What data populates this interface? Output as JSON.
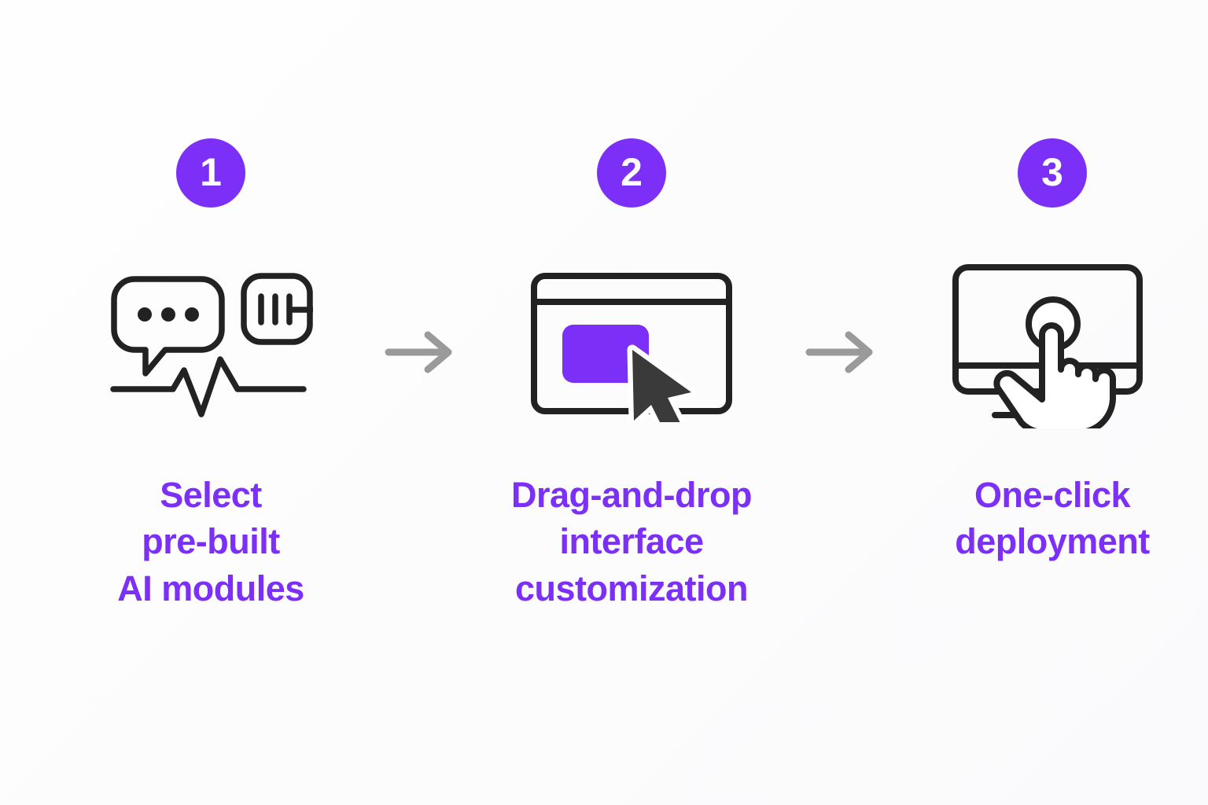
{
  "page": {
    "background_color": "#fdfdfe",
    "accent_color": "#7B2FF7",
    "line_color": "#222222",
    "arrow_color": "#999999",
    "badge_text_color": "#ffffff"
  },
  "steps": [
    {
      "number": "1",
      "caption": "Select\npre-built\nAI modules",
      "icon_names": [
        "chat-bubble-icon",
        "audio-bars-icon",
        "waveform-pulse-icon"
      ]
    },
    {
      "number": "2",
      "caption": "Drag-and-drop\ninterface\ncustomization",
      "icon_names": [
        "browser-window-icon",
        "purple-block-icon",
        "cursor-arrow-icon"
      ]
    },
    {
      "number": "3",
      "caption": "One-click\ndeployment",
      "icon_names": [
        "monitor-icon",
        "tap-hand-icon",
        "tap-ripple-icon"
      ]
    }
  ],
  "connectors": [
    {
      "name": "arrow-right-icon",
      "label": "step 1 to step 2"
    },
    {
      "name": "arrow-right-icon",
      "label": "step 2 to step 3"
    }
  ]
}
